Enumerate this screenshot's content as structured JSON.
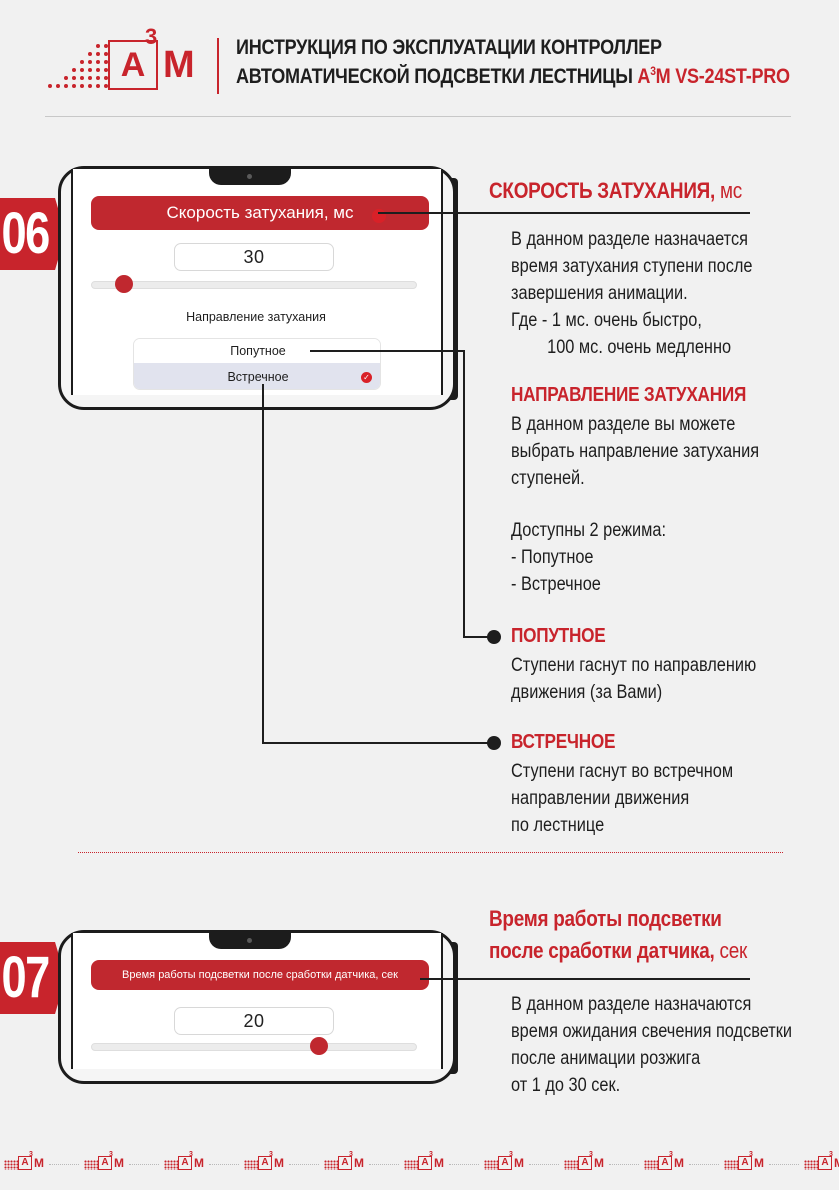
{
  "brand": {
    "logo_letter": "A",
    "logo_sup": "3",
    "logo_m": "M",
    "accent_color": "#c8242c"
  },
  "header": {
    "title_line1": "ИНСТРУКЦИЯ ПО ЭКСПЛУАТАЦИИ КОНТРОЛЛЕР",
    "title_line2_prefix": "АВТОМАТИЧЕСКОЙ ПОДСВЕТКИ ЛЕСТНИЦЫ ",
    "title_model_a": "A",
    "title_model_sup": "3",
    "title_model_rest": "M VS-24ST-PRO"
  },
  "section06": {
    "number": "06",
    "phone": {
      "bar_label": "Скорость затухания, мс",
      "value": "30",
      "slider_level": 0.1,
      "direction_label": "Направление затухания",
      "options": [
        {
          "label": "Попутное",
          "selected": false
        },
        {
          "label": "Встречное",
          "selected": true
        }
      ]
    },
    "speed_title": "СКОРОСТЬ ЗАТУХАНИЯ,",
    "speed_unit": " мс",
    "speed_desc": [
      "В данном разделе назначается",
      "время затухания ступени после",
      "завершения анимации.",
      "Где - 1 мс. очень быстро,",
      "100 мс. очень медленно"
    ],
    "dir_title": "НАПРАВЛЕНИЕ ЗАТУХАНИЯ",
    "dir_desc": [
      "В данном разделе вы можете",
      "выбрать направление затухания",
      "ступеней."
    ],
    "modes_desc": [
      "Доступны 2 режима:",
      "- Попутное",
      "- Встречное"
    ],
    "mode1_title": "ПОПУТНОЕ",
    "mode1_desc": [
      "Ступени гаснут по направлению",
      "движения (за Вами)"
    ],
    "mode2_title": "ВСТРЕЧНОЕ",
    "mode2_desc": [
      "Ступени гаснут во встречном",
      "направлении движения",
      "по лестнице"
    ]
  },
  "section07": {
    "number": "07",
    "phone": {
      "bar_label": "Время работы подсветки после сработки датчика, сек",
      "value": "20",
      "slider_level": 0.7
    },
    "title_line1": "Время работы подсветки",
    "title_line2": "после сработки датчика,",
    "title_unit": " сек",
    "desc": [
      "В данном разделе назначаются",
      "время ожидания свечения подсветки",
      "после анимации розжига",
      "от 1 до 30 сек."
    ]
  },
  "footer": {
    "logo_letter": "A",
    "logo_sup": "3",
    "logo_m": "M"
  }
}
